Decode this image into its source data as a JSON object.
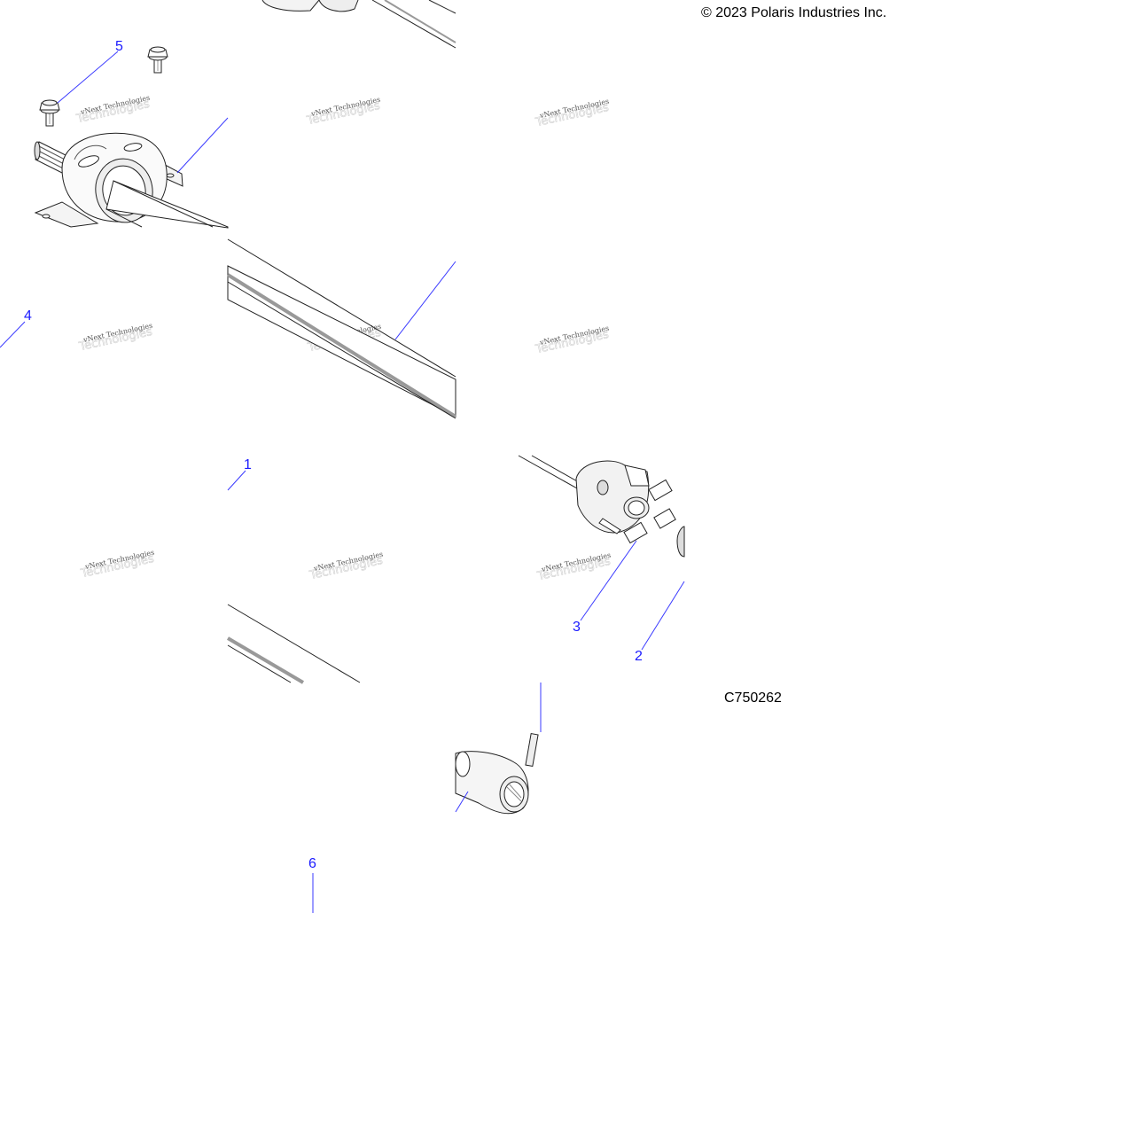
{
  "copyright": "© 2023 Polaris Industries Inc.",
  "diagram_code": "C750262",
  "watermark": {
    "line1": "vNext Technologies",
    "ghost": "Technologies"
  },
  "callouts": [
    {
      "id": "5",
      "label": "5"
    },
    {
      "id": "4",
      "label": "4"
    },
    {
      "id": "1",
      "label": "1"
    },
    {
      "id": "3",
      "label": "3"
    },
    {
      "id": "2",
      "label": "2"
    },
    {
      "id": "6",
      "label": "6"
    }
  ],
  "colors": {
    "leader": "#3a3aff",
    "callout_text": "#1a1aff",
    "part_stroke": "#222222"
  }
}
